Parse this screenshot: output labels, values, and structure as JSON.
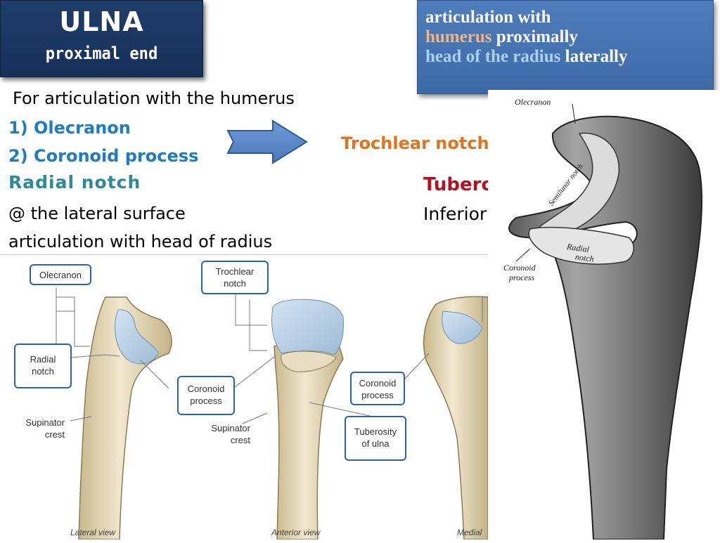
{
  "title": {
    "main": "ULNA",
    "sub": "proximal end"
  },
  "articulation_box": {
    "line1": "articulation with",
    "line2_highlight": "humerus",
    "line2_rest": " proximally",
    "line3_highlight": "head of the radius",
    "line3_rest": " laterally"
  },
  "left_text": {
    "for_articulation": "For articulation with the humerus",
    "item1": "1) Olecranon",
    "item2": "2) Coronoid process",
    "radial_notch": "Radial notch",
    "lateral_surface": "@ the lateral surface",
    "head_of_radius": "articulation with head of radius"
  },
  "right_text": {
    "trochlear": "Trochlear notch",
    "tuber": "Tuberosity",
    "inferior": "Inferior"
  },
  "anatomy_labels": {
    "olecranon": "Olecranon",
    "radial_notch_1": "Radial",
    "radial_notch_2": "notch",
    "supinator_crest_lat_1": "Supinator",
    "supinator_crest_lat_2": "crest",
    "trochlear_notch_1": "Trochlear",
    "trochlear_notch_2": "notch",
    "coronoid_1": "Coronoid",
    "coronoid_2": "process",
    "supinator_crest_ant_1": "Supinator",
    "supinator_crest_ant_2": "crest",
    "coronoid_med_1": "Coronoid",
    "coronoid_med_2": "process",
    "tuberosity_1": "Tuberosity",
    "tuberosity_2": "of ulna",
    "lateral_view": "Lateral view",
    "anterior_view": "Anterior view",
    "medial_view": "Medial"
  },
  "gray_labels": {
    "olecranon": "Olecranon",
    "semilunar": "Semilunar notch",
    "radial_1": "Radial",
    "radial_2": "notch",
    "coronoid_1": "Coronoid",
    "coronoid_2": "process"
  }
}
